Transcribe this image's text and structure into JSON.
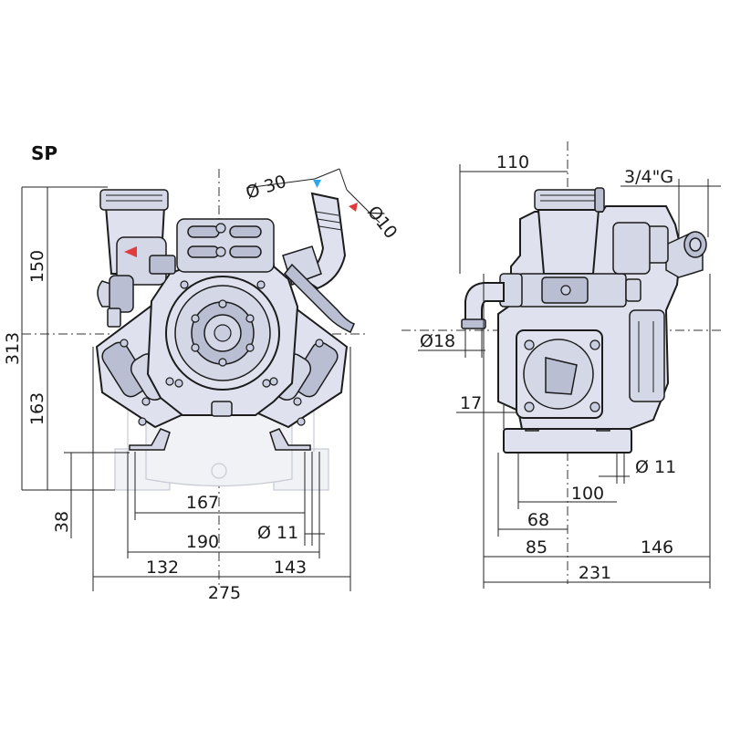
{
  "title": "SP",
  "front_view": {
    "dims": {
      "height_total": "313",
      "height_top": "150",
      "height_mid": "163",
      "height_base": "38",
      "inlet_dia": "Ø 30",
      "outlet_dia": "Ø10",
      "mount_167": "167",
      "mount_190": "190",
      "hole_dia": "Ø 11",
      "left_half": "132",
      "right_half": "143",
      "width_total": "275"
    }
  },
  "side_view": {
    "dims": {
      "offset_110": "110",
      "thread": "3/4\"G",
      "hose_dia": "Ø18",
      "base_17": "17",
      "hole_dia": "Ø 11",
      "span_100": "100",
      "span_68": "68",
      "left_85": "85",
      "right_146": "146",
      "depth_total": "231"
    }
  },
  "colors": {
    "body_fill": "#dfe2ee",
    "outline": "#1c1c1c",
    "inlet_arrow": "#2ea8e6",
    "outlet_arrow": "#e23b3b"
  }
}
